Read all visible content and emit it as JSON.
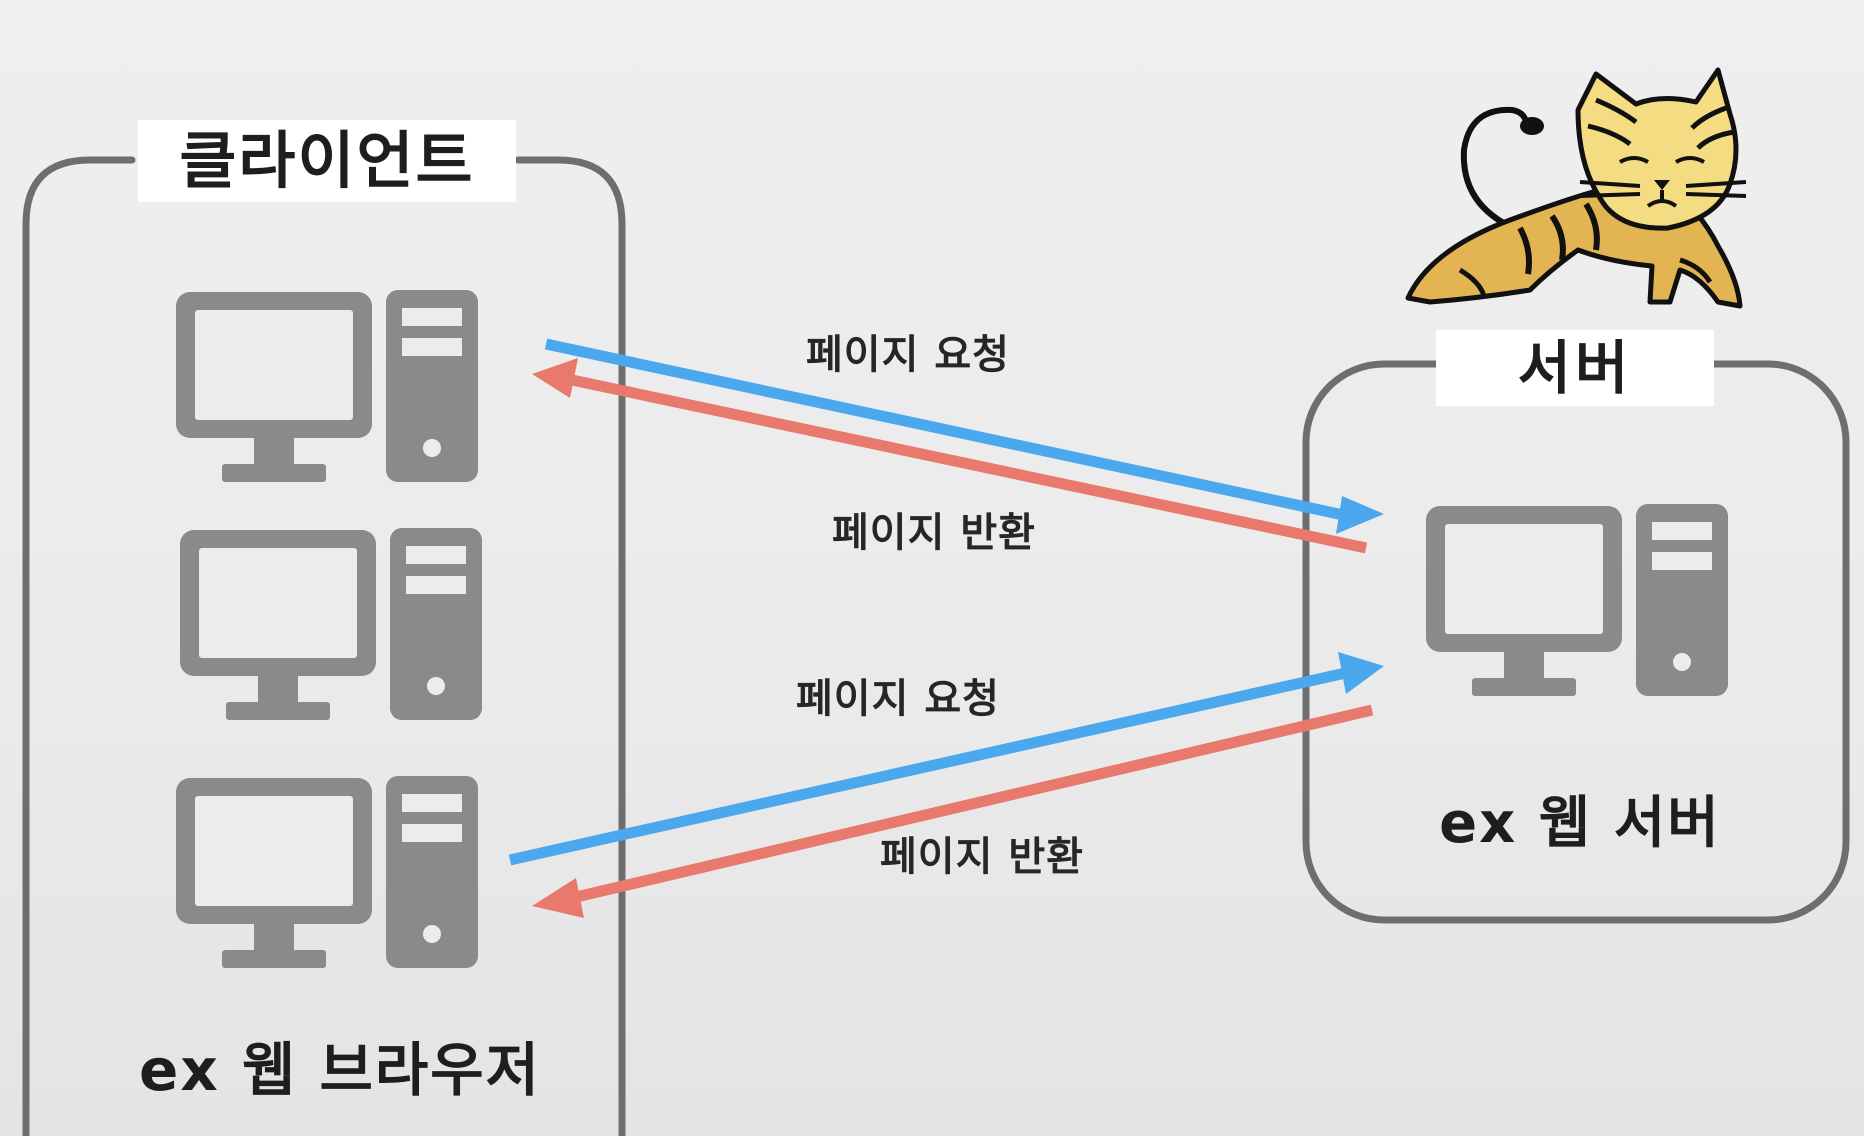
{
  "client": {
    "title": "클라이언트",
    "caption": "ex 웹 브라우저",
    "computers": [
      "computer-1",
      "computer-2",
      "computer-3"
    ]
  },
  "server": {
    "title": "서버",
    "caption": "ex 웹 서버",
    "logo": "tomcat-cat-logo"
  },
  "arrows": [
    {
      "label": "페이지 요청",
      "direction": "client-to-server",
      "color": "#4ba8ee"
    },
    {
      "label": "페이지 반환",
      "direction": "server-to-client",
      "color": "#e8796c"
    },
    {
      "label": "페이지 요청",
      "direction": "client-to-server",
      "color": "#4ba8ee"
    },
    {
      "label": "페이지 반환",
      "direction": "server-to-client",
      "color": "#e8796c"
    }
  ],
  "colors": {
    "background": "#ececec",
    "box_border": "#6e6e6e",
    "computer": "#8a8a8a",
    "request_arrow": "#4ba8ee",
    "response_arrow": "#e8796c",
    "cat_fill": "#e3b552",
    "cat_face": "#f3dc82"
  }
}
